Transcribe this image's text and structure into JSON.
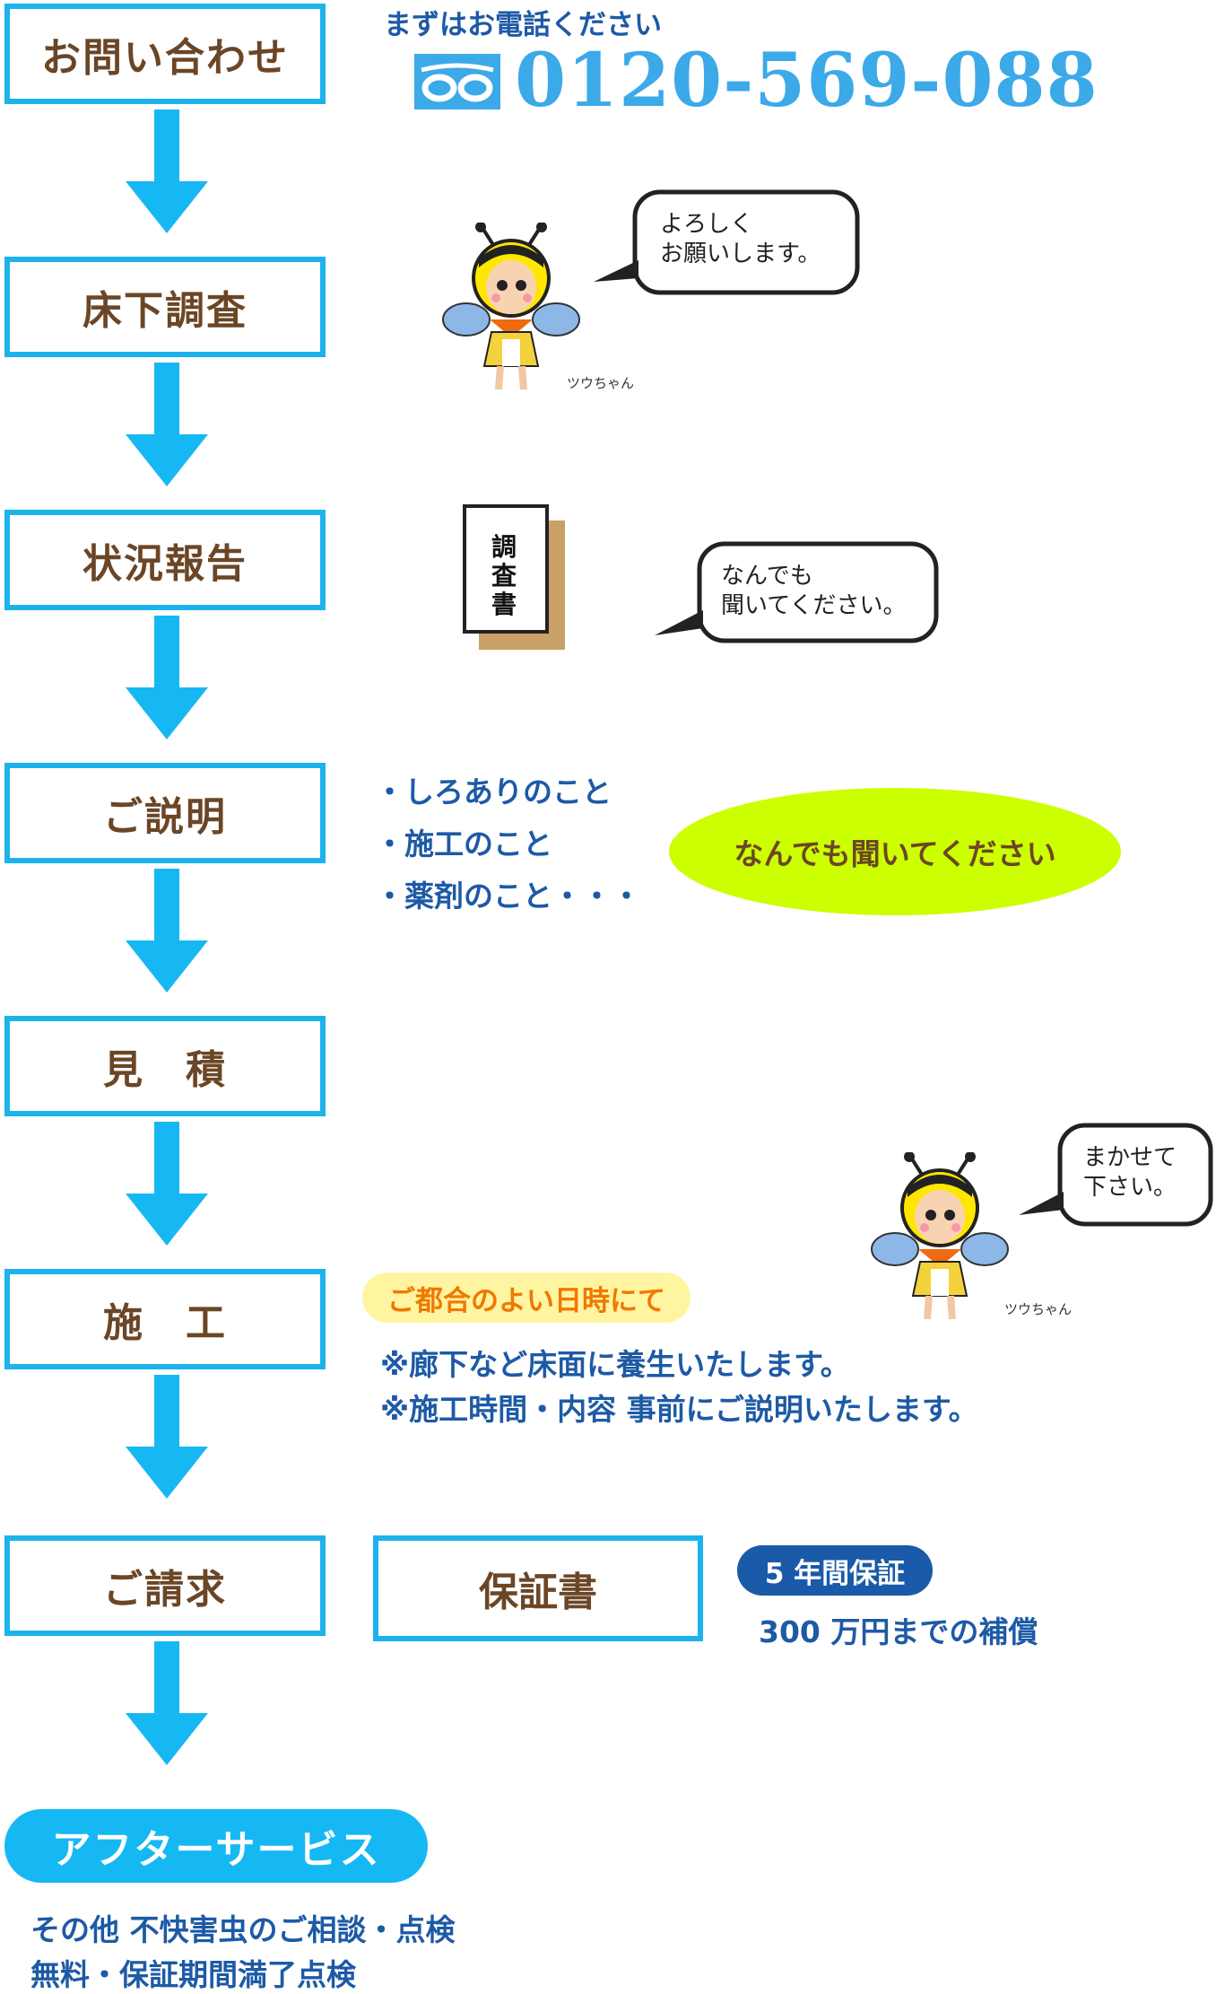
{
  "steps": [
    {
      "label": "お問い合わせ"
    },
    {
      "label": "床下調査"
    },
    {
      "label": "状況報告"
    },
    {
      "label": "ご説明"
    },
    {
      "label": "見　積"
    },
    {
      "label": "施　工"
    },
    {
      "label": "ご請求"
    }
  ],
  "contact": {
    "prompt": "まずはお電話ください",
    "phone": "0120-569-088",
    "freedial_icon": "freedial-icon"
  },
  "mascot": {
    "name": "ツウちゃん",
    "bubble1": "よろしく\nお願いします。",
    "bubble2": "なんでも\n聞いてください。",
    "bubble3": "まかせて\n下さい。"
  },
  "report_doc": {
    "label": "調査書"
  },
  "explain": {
    "items": [
      "・しろありのこと",
      "・施工のこと",
      "・薬剤のこと・・・"
    ],
    "oval": "なんでも聞いてください"
  },
  "construction": {
    "tag": "ご都合のよい日時にて",
    "note1": "※廊下など床面に養生いたします。",
    "note2": "※施工時間・内容 事前にご説明いたします。"
  },
  "billing": {
    "warranty_box": "保証書",
    "badge": "5 年間保証",
    "compensation": "300 万円までの補償"
  },
  "after": {
    "title": "アフターサービス",
    "line1": "その他 不快害虫のご相談・点検",
    "line2": "無料・保証期間満了点検"
  },
  "colors": {
    "step_border": "#1cb3ec",
    "arrow": "#16b8f3",
    "step_text": "#6b4626",
    "phone": "#3ca9e8",
    "body_text": "#1d5aa6",
    "oval": "#ccff00",
    "tag_bg": "#fff5a0",
    "tag_text": "#f07800"
  }
}
